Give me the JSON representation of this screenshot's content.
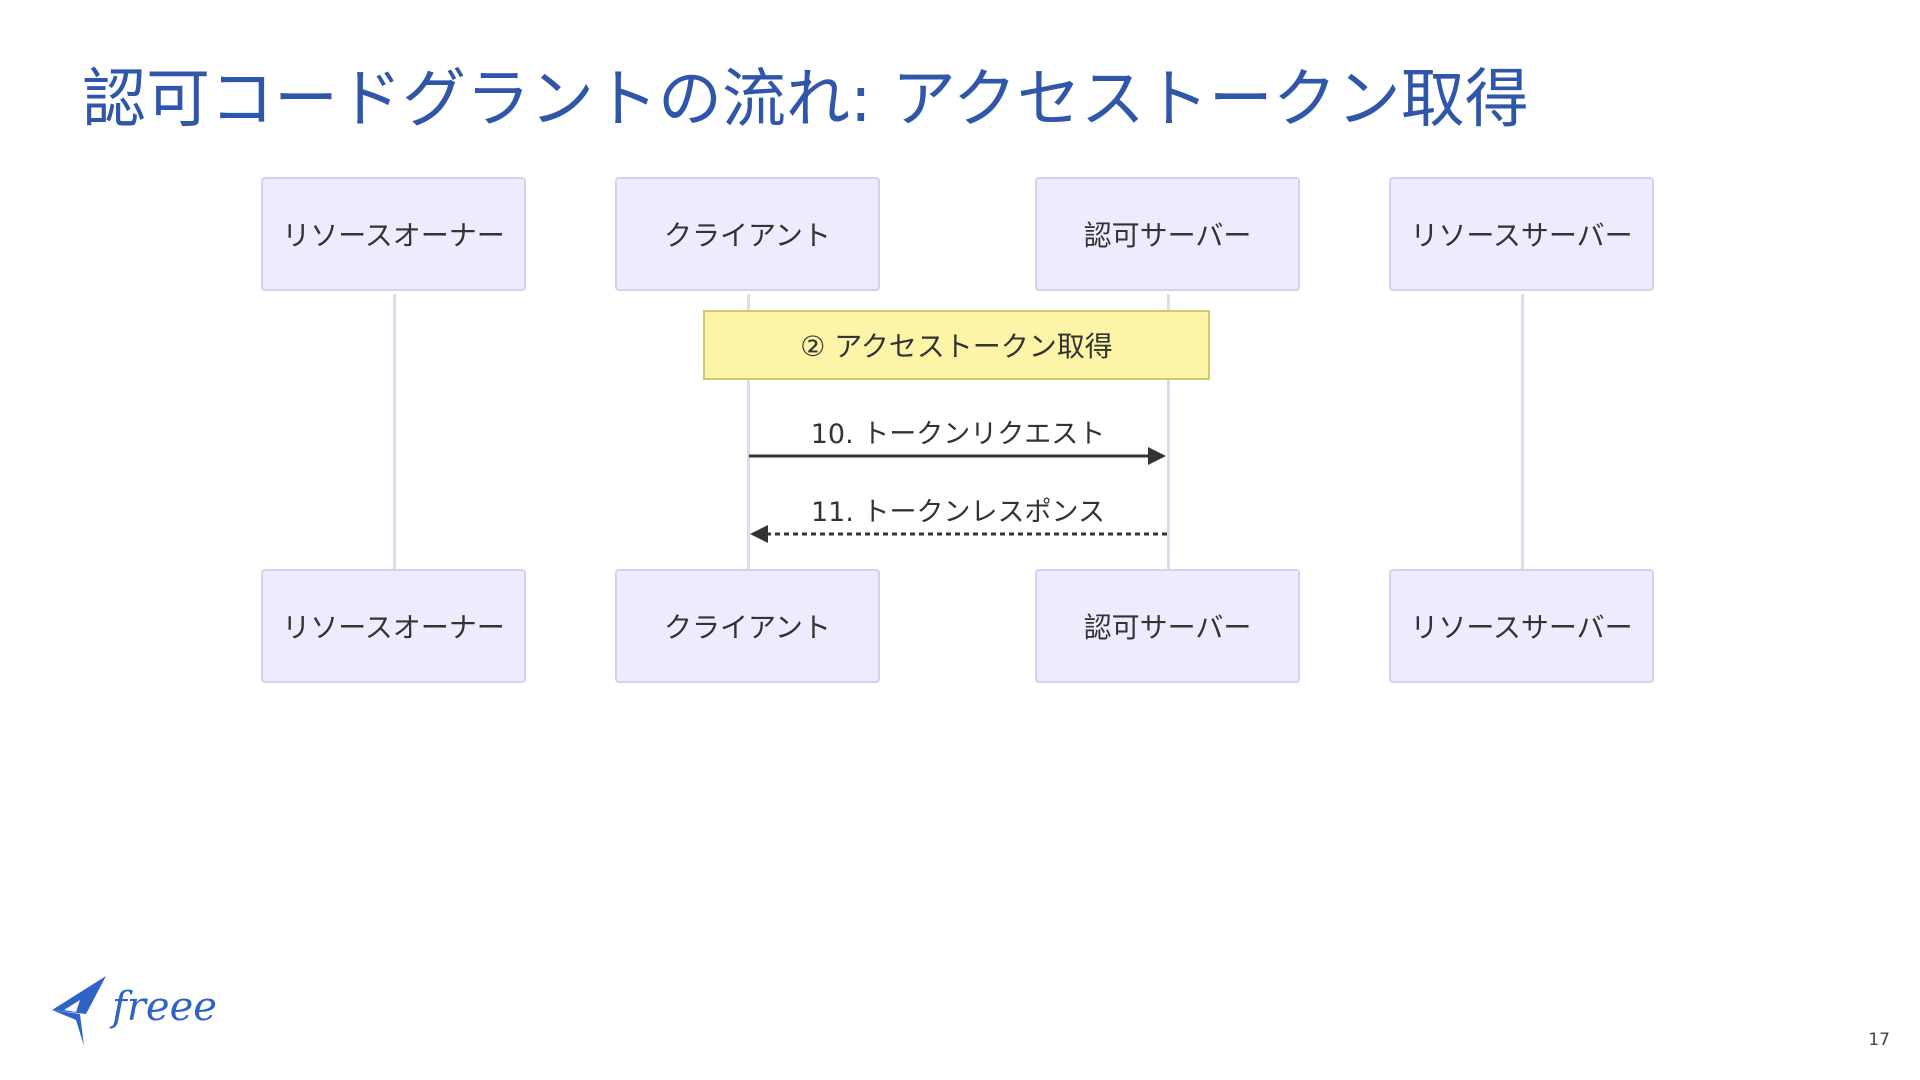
{
  "slide": {
    "title": "認可コードグラントの流れ: アクセストークン取得",
    "page_number": "17"
  },
  "diagram": {
    "participants": [
      "リソースオーナー",
      "クライアント",
      "認可サーバー",
      "リソースサーバー"
    ],
    "note": "② アクセストークン取得",
    "messages": [
      {
        "from": "クライアント",
        "to": "認可サーバー",
        "label": "10. トークンリクエスト",
        "style": "solid"
      },
      {
        "from": "認可サーバー",
        "to": "クライアント",
        "label": "11. トークンレスポンス",
        "style": "dashed"
      }
    ]
  },
  "logo": {
    "text": "freee"
  },
  "colors": {
    "title": "#2f56a8",
    "actor_fill": "#ececfe",
    "actor_border": "#d2d2ec",
    "note_fill": "#fcf4a6",
    "note_border": "#cfc86f",
    "arrow": "#333333",
    "logo": "#2f64c6"
  }
}
